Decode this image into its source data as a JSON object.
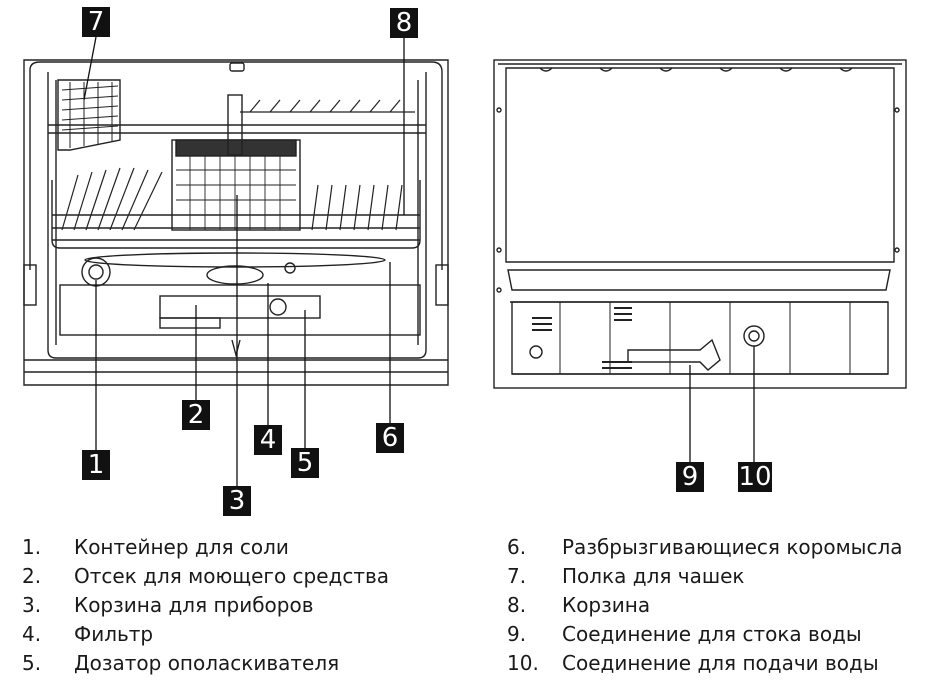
{
  "callouts": {
    "c1": "1",
    "c2": "2",
    "c3": "3",
    "c4": "4",
    "c5": "5",
    "c6": "6",
    "c7": "7",
    "c8": "8",
    "c9": "9",
    "c10": "10"
  },
  "legend": [
    {
      "num": "1.",
      "label": "Контейнер для соли"
    },
    {
      "num": "2.",
      "label": "Отсек для моющего средства"
    },
    {
      "num": "3.",
      "label": "Корзина для приборов"
    },
    {
      "num": "4.",
      "label": "Фильтр"
    },
    {
      "num": "5.",
      "label": "Дозатор ополаскивателя"
    },
    {
      "num": "6.",
      "label": "Разбрызгивающиеся коромысла"
    },
    {
      "num": "7.",
      "label": "Полка для чашек"
    },
    {
      "num": "8.",
      "label": "Корзина"
    },
    {
      "num": "9.",
      "label": "Соединение для стока воды"
    },
    {
      "num": "10.",
      "label": "Соединение для подачи воды"
    }
  ]
}
